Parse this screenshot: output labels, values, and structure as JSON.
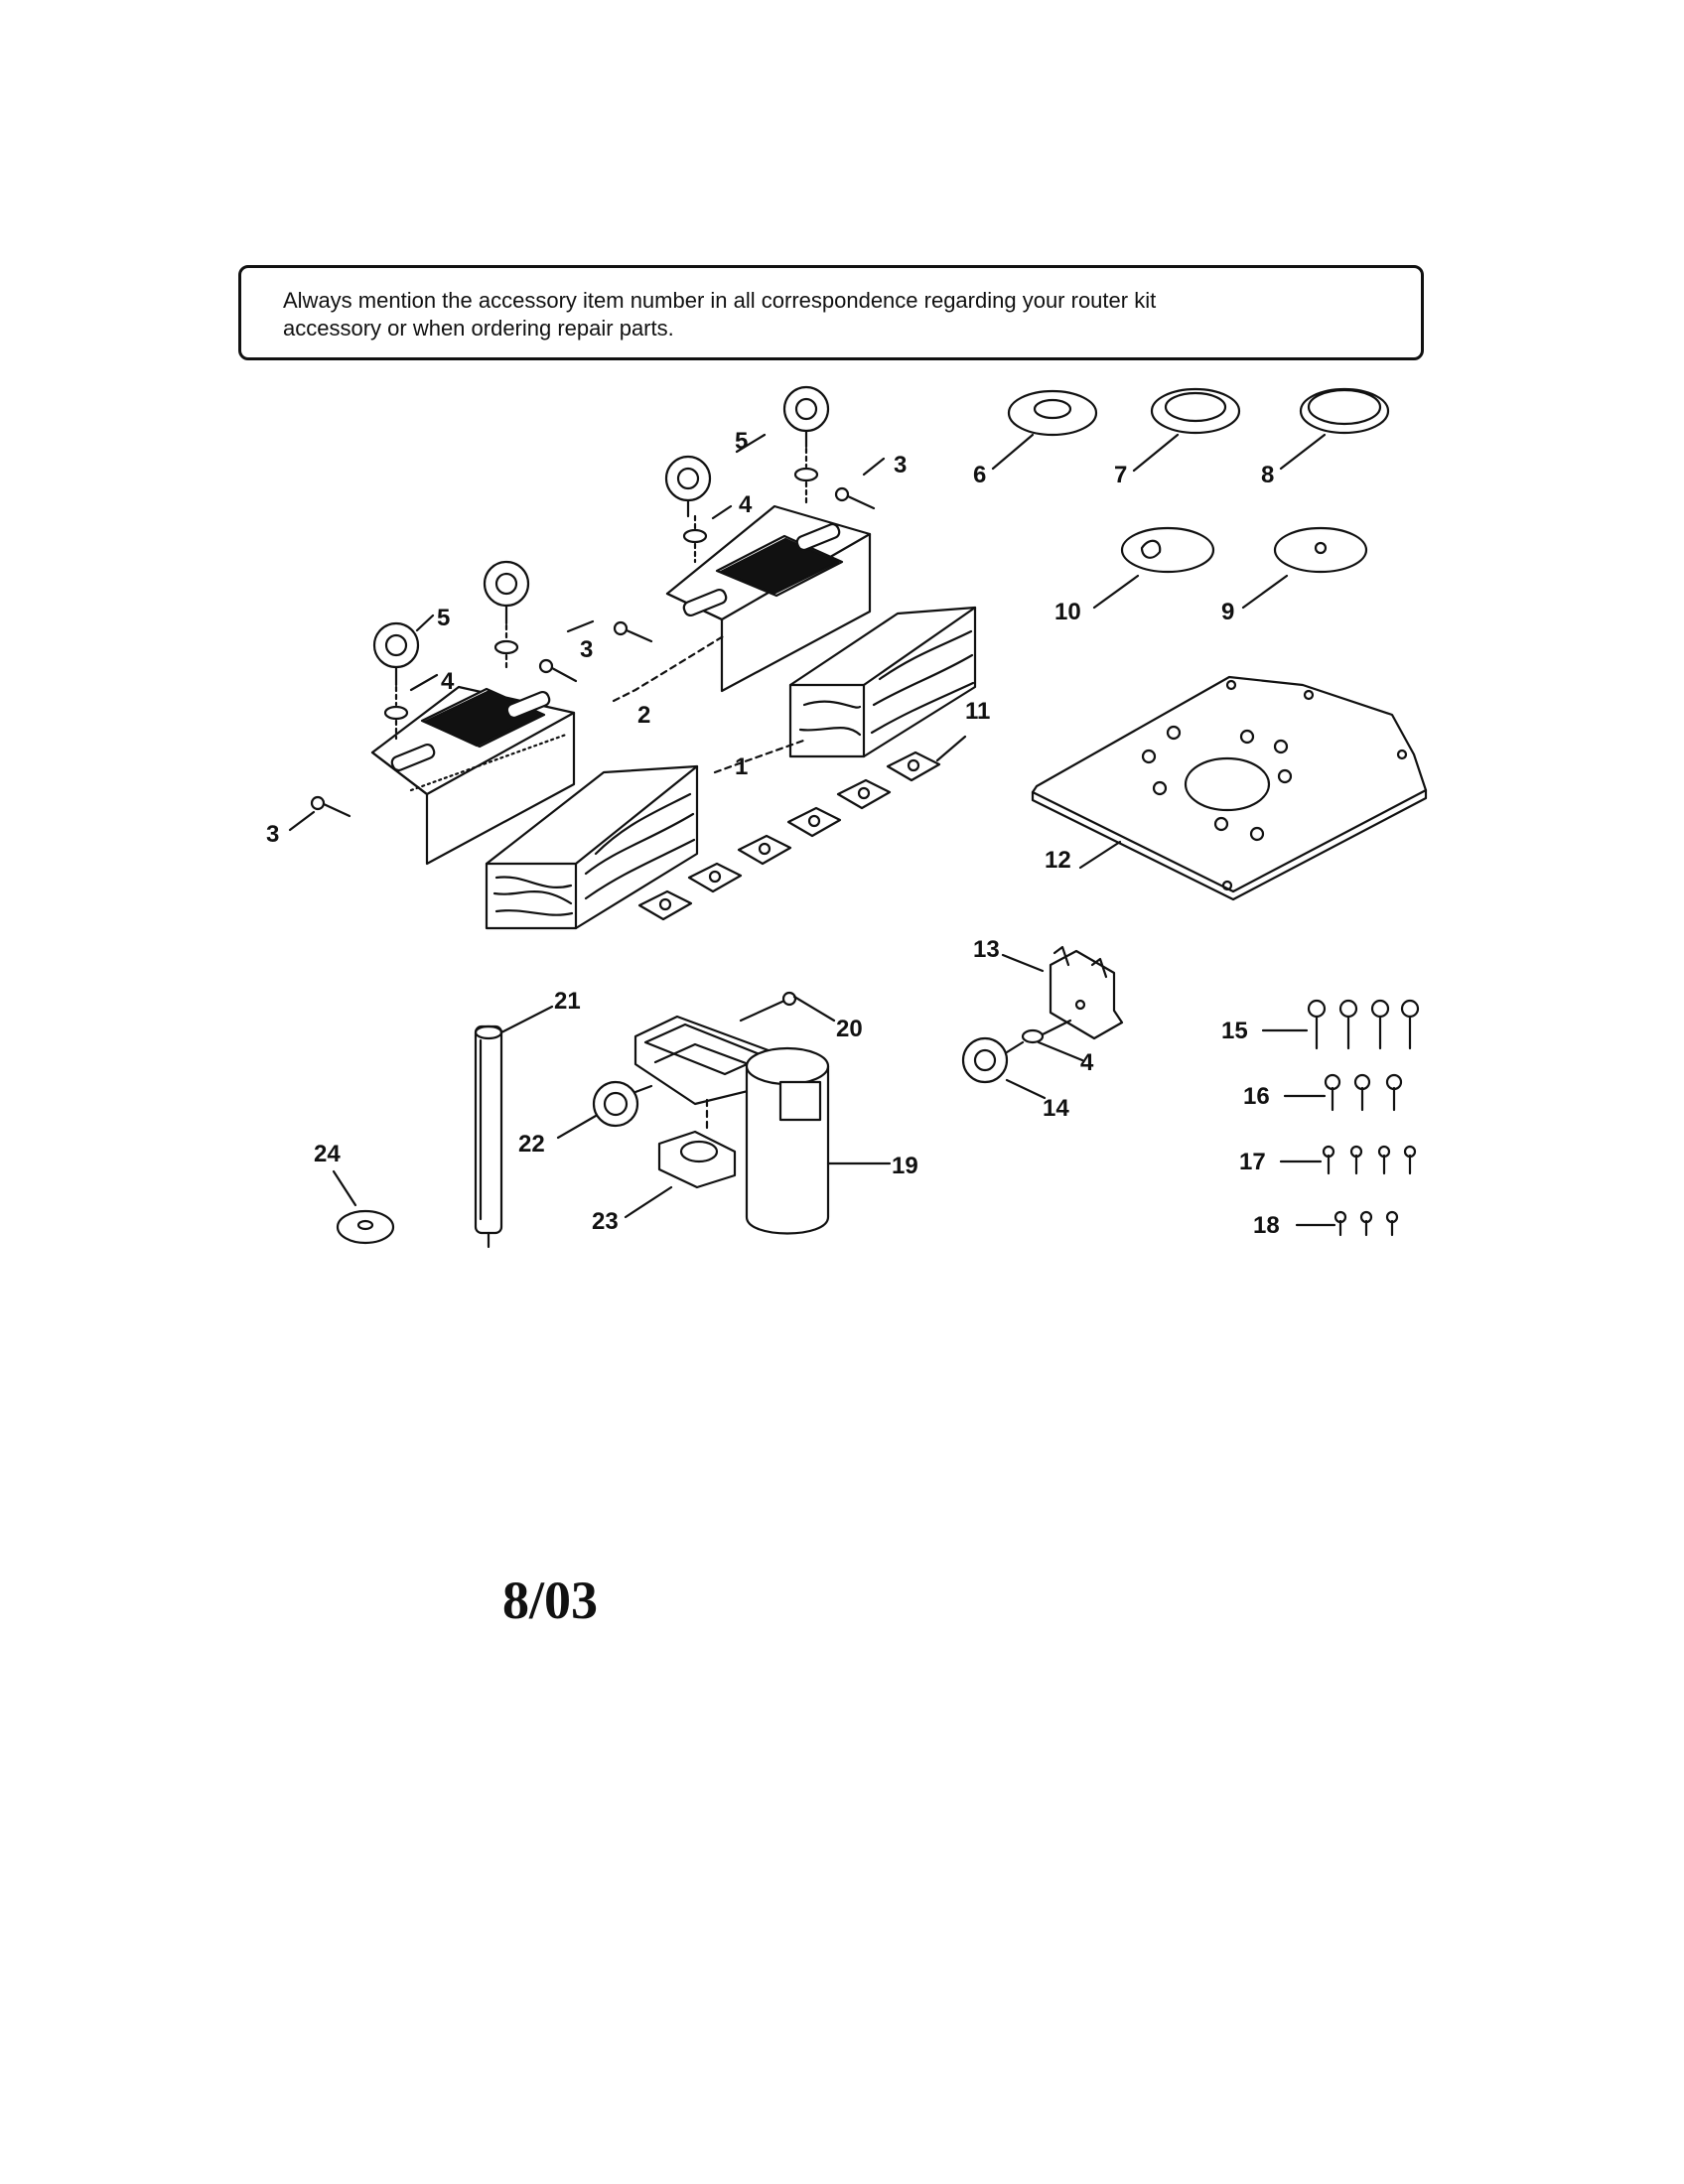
{
  "notice": {
    "line1": "Always mention the accessory item number in all correspondence regarding your router kit",
    "line2": "accessory or when ordering repair parts."
  },
  "callouts": {
    "c1": "1",
    "c2": "2",
    "c3a": "3",
    "c3b": "3",
    "c3c": "3",
    "c4a": "4",
    "c4b": "4",
    "c4c": "4",
    "c5a": "5",
    "c5b": "5",
    "c6": "6",
    "c7": "7",
    "c8": "8",
    "c9": "9",
    "c10": "10",
    "c11": "11",
    "c12": "12",
    "c13": "13",
    "c14": "14",
    "c15": "15",
    "c16": "16",
    "c17": "17",
    "c18": "18",
    "c19": "19",
    "c20": "20",
    "c21": "21",
    "c22": "22",
    "c23": "23",
    "c24": "24"
  },
  "footer": {
    "date": "8/03"
  }
}
